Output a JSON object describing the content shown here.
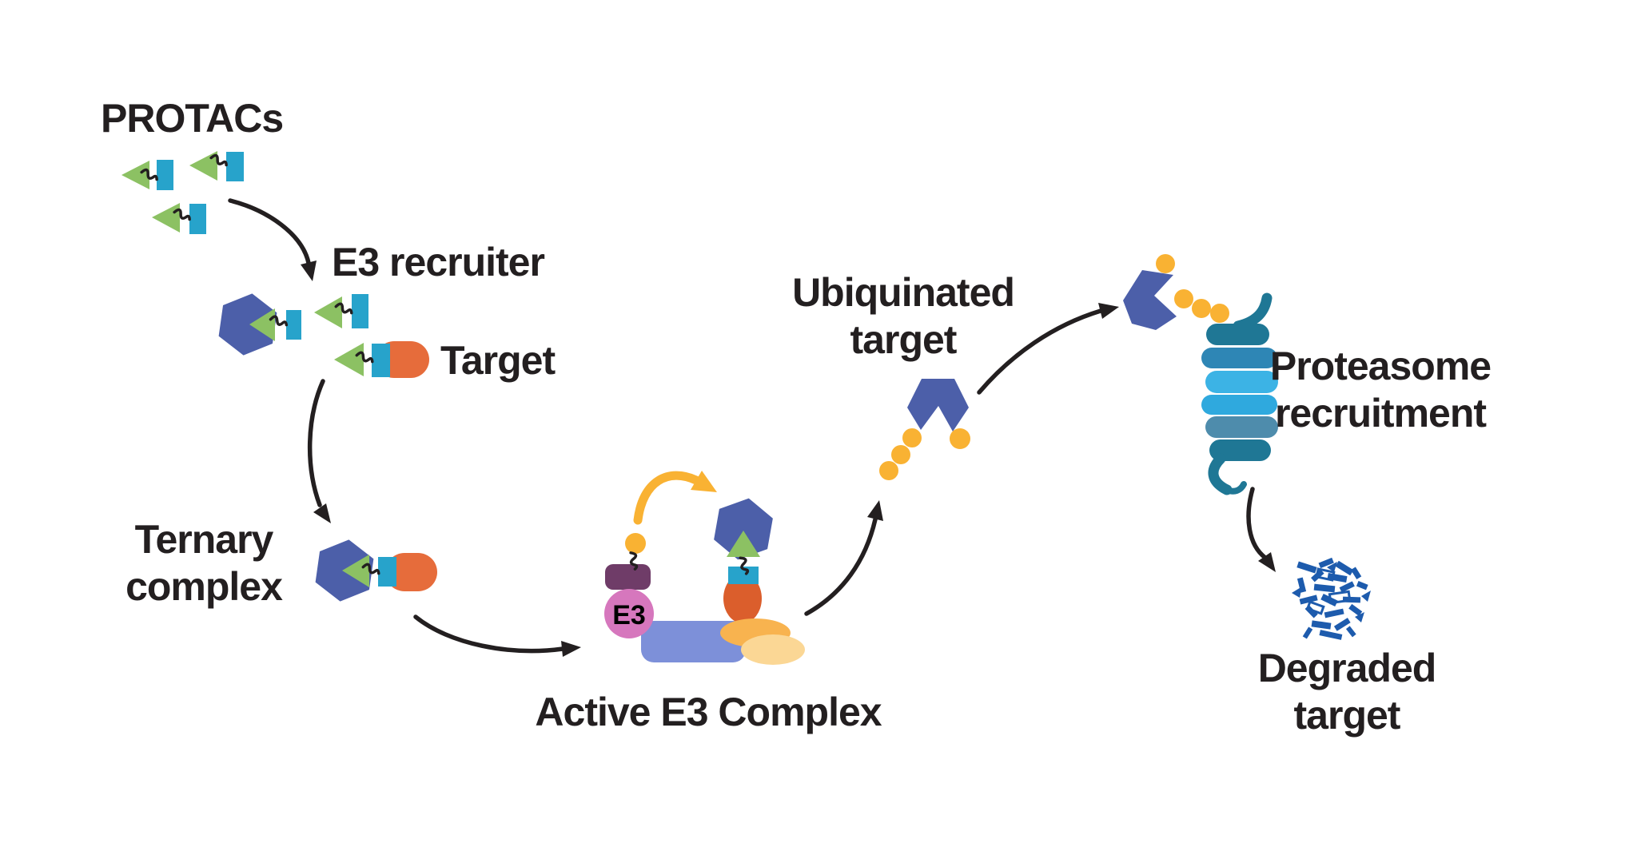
{
  "figure": {
    "background": "#FFFFFF",
    "labels": {
      "protacs": "PROTACs",
      "e3_recruiter": "E3 recruiter",
      "target": "Target",
      "ternary_complex": "Ternary\ncomplex",
      "active_e3_complex": "Active E3 Complex",
      "e3_enzyme": "E3",
      "ubiquinated_target": "Ubiquinated\ntarget",
      "proteasome_recruitment": "Proteasome\nrecruitment",
      "degraded_target": "Degraded\ntarget"
    },
    "colors": {
      "ink": "#231F20",
      "ligand_green": "#8CC163",
      "linker_cyan": "#27A3CB",
      "e3_ligase_blue": "#4C5FA9",
      "target_orange": "#E66C3B",
      "active_target_orange": "#DB5E2C",
      "e2_purple": "#6F3C68",
      "e3_pink": "#D677BD",
      "scaffold_periwinkle": "#7D90D9",
      "ubiquitin_yellow": "#F9B233",
      "substrate_ellipse_dark": "#F8B34F",
      "substrate_ellipse_light": "#FBD795",
      "proteasome_dark": "#1F7795",
      "proteasome_blue": "#2E86B5",
      "proteasome_light": "#3CB3E5",
      "proteasome_cyan": "#2FA9DE",
      "proteasome_steel": "#4E8CAC",
      "degraded_blue": "#1D5BAD"
    }
  }
}
